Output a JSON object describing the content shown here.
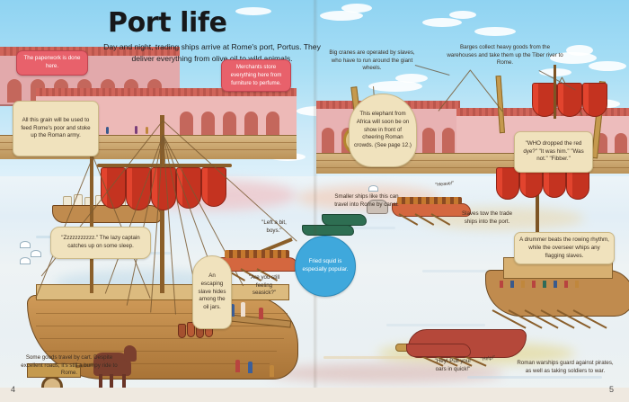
{
  "spread": {
    "title": "Port life",
    "intro": "Day and night, trading ships arrive at Rome's port, Portus. They deliver everything from olive oil to wild animals.",
    "page_left": "4",
    "page_right": "5"
  },
  "colors": {
    "sky": "#8fd3f2",
    "water": "#e8f0f5",
    "sail_red": "#d63b27",
    "hull_tan": "#c08b4e",
    "callout_cream": "#f0e2bd",
    "callout_pink": "#e8616b",
    "callout_blue": "#3fa8dc",
    "building_pink": "#e2a9ab",
    "title_ink": "#17181a"
  },
  "callouts": [
    {
      "id": "paperwork",
      "style": "pink",
      "text": "The paperwork is done here."
    },
    {
      "id": "grain",
      "style": "cream",
      "text": "All this grain will be used to feed Rome's poor and stoke up the Roman army."
    },
    {
      "id": "merchants",
      "style": "pink",
      "text": "Merchants store everything here from furniture to perfume."
    },
    {
      "id": "cranes",
      "style": "plain",
      "text": "Big cranes are operated by slaves, who have to run around the giant wheels."
    },
    {
      "id": "barges",
      "style": "plain",
      "text": "Barges collect heavy goods from the warehouses and take them up the Tiber river to Rome."
    },
    {
      "id": "elephant",
      "style": "cream",
      "text": "This elephant from Africa will soon be on show in front of cheering Roman crowds. (See page 12.)"
    },
    {
      "id": "reddye",
      "style": "cream",
      "text": "\"WHO dropped the red dye?\" \"It was him.\" \"Was not.\" \"Fibber.\""
    },
    {
      "id": "smallships",
      "style": "plain",
      "text": "Smaller ships like this can travel into Rome by canal."
    },
    {
      "id": "slavestow",
      "style": "plain",
      "text": "Slaves tow the trade ships into the port."
    },
    {
      "id": "drummer",
      "style": "cream",
      "text": "A drummer beats the rowing rhythm, while the overseer whips any flagging slaves."
    },
    {
      "id": "captain",
      "style": "cream",
      "text": "\"Zzzzzzzzzzz.\" The lazy captain catches up on some sleep."
    },
    {
      "id": "escaping",
      "style": "cream",
      "text": "An escaping slave hides among the oil jars."
    },
    {
      "id": "friedsquid",
      "style": "blue",
      "text": "Fried squid is especially popular."
    },
    {
      "id": "cart",
      "style": "plain",
      "text": "Some goods travel by cart. Despite excellent roads, it's still a bumpy ride to Rome."
    },
    {
      "id": "warships",
      "style": "plain",
      "text": "Roman warships guard against pirates, as well as taking soldiers to war."
    }
  ],
  "speech": [
    {
      "id": "leftabit",
      "text": "\"Left a bit, boys.\""
    },
    {
      "id": "seasick",
      "text": "\"Are you still feeling seasick?\""
    },
    {
      "id": "heave",
      "text": "\"Heave!\""
    },
    {
      "id": "oarsin",
      "text": "\"Hey! Pull your oars in quick!\""
    },
    {
      "id": "help",
      "text": "\"Help!\""
    }
  ]
}
